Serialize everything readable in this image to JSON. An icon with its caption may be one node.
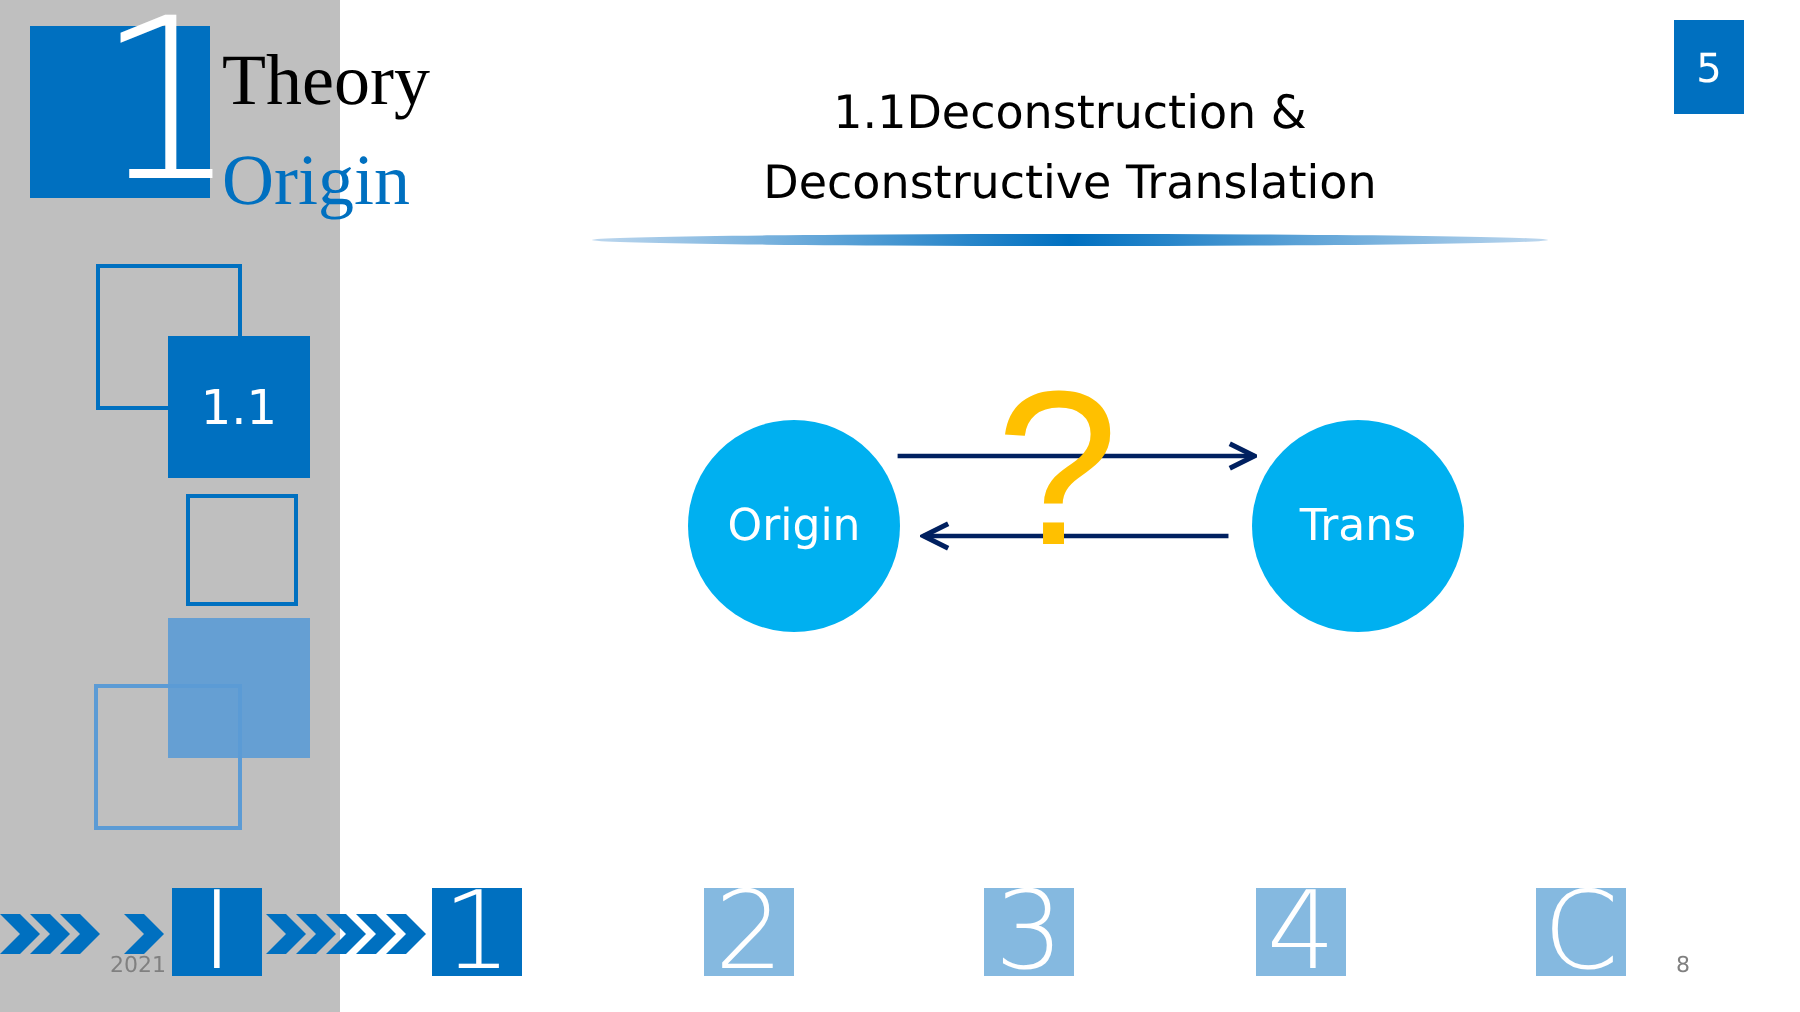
{
  "diagram": {
    "title": "1.1Deconstruction & Deconstructive Translation",
    "nodes": [
      {
        "text": [
          "Origin"
        ]
      },
      {
        "text": [
          "Trans"
        ]
      }
    ],
    "edges": [
      {
        "from": 0,
        "to": 1,
        "arrow": "to"
      },
      {
        "from": 1,
        "to": 0,
        "arrow": "to"
      }
    ],
    "labels": [
      "1",
      "Theory",
      "Origin",
      "5",
      "1.1",
      "?",
      "I",
      "1",
      "2",
      "3",
      "4",
      "C",
      "2021",
      "8"
    ]
  }
}
